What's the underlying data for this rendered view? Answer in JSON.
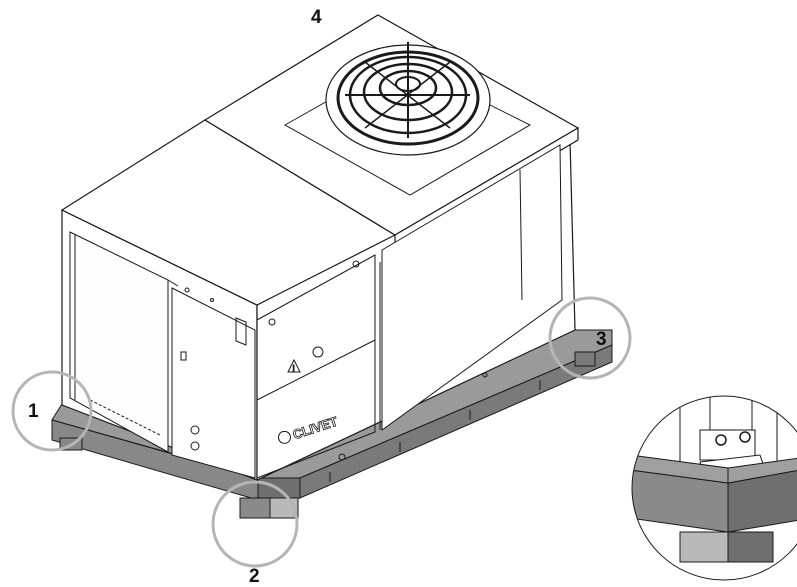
{
  "diagram": {
    "brand_text": "CLIVET",
    "callouts": [
      {
        "id": "1",
        "label": "1"
      },
      {
        "id": "2",
        "label": "2"
      },
      {
        "id": "3",
        "label": "3"
      },
      {
        "id": "4",
        "label": "4"
      }
    ],
    "colors": {
      "line": "#1a1a1a",
      "pallet": "#8a8a8a",
      "pallet_dark": "#6f6f6f",
      "highlight_circle": "#b5b5b5",
      "panel": "#ffffff"
    }
  }
}
